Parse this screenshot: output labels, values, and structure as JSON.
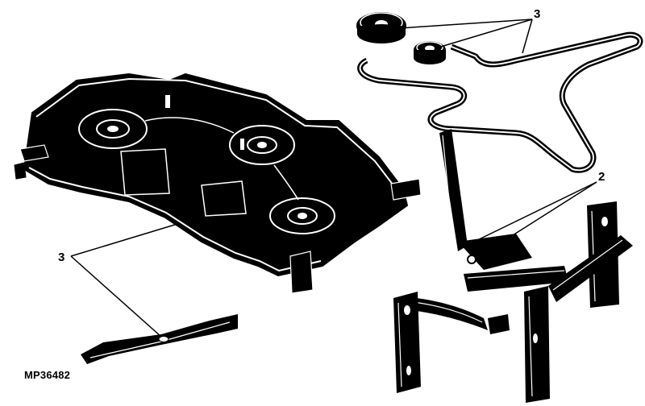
{
  "figure": {
    "code": "MP36482",
    "callouts": [
      {
        "label": "3",
        "target": "pulleys-and-belt"
      },
      {
        "label": "2",
        "target": "lift-linkage"
      },
      {
        "label": "3",
        "target": "mower-blade"
      }
    ]
  },
  "colors": {
    "ink": "#000000",
    "paper": "#ffffff"
  }
}
